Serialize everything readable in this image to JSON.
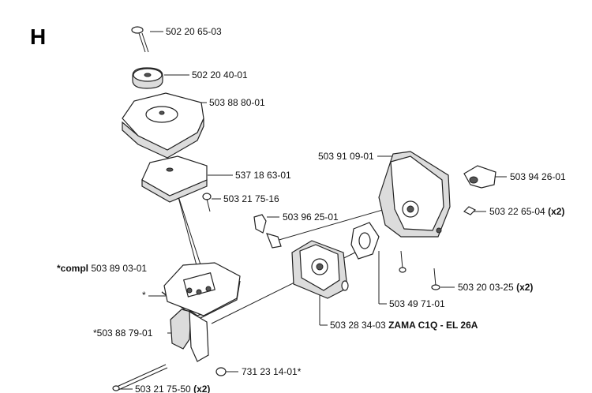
{
  "section_letter": "H",
  "parts": [
    {
      "id": "p1",
      "number": "502 20 65-03",
      "suffix": ""
    },
    {
      "id": "p2",
      "number": "502 20 40-01",
      "suffix": ""
    },
    {
      "id": "p3",
      "number": "503 88 80-01",
      "suffix": ""
    },
    {
      "id": "p4",
      "number": "537 18 63-01",
      "suffix": ""
    },
    {
      "id": "p5",
      "number": "503 21 75-16",
      "suffix": ""
    },
    {
      "id": "p6",
      "prefix": "*compl",
      "number": "503 89 03-01",
      "suffix": ""
    },
    {
      "id": "p7",
      "number": "*",
      "suffix": ""
    },
    {
      "id": "p8",
      "number": "*503 88 79-01",
      "suffix": ""
    },
    {
      "id": "p9",
      "number": "731 23 14-01*",
      "suffix": ""
    },
    {
      "id": "p10",
      "number": "503 21 75-50",
      "suffix": "(x2)"
    },
    {
      "id": "p11",
      "number": "503 96 25-01",
      "suffix": ""
    },
    {
      "id": "p12",
      "number": "503 91 09-01",
      "suffix": ""
    },
    {
      "id": "p13",
      "number": "503 94 26-01",
      "suffix": ""
    },
    {
      "id": "p14",
      "number": "503 22 65-04",
      "suffix": "(x2)"
    },
    {
      "id": "p15",
      "number": "503 20 03-25",
      "suffix": "(x2)"
    },
    {
      "id": "p16",
      "number": "503 49 71-01",
      "suffix": ""
    },
    {
      "id": "p17",
      "number": "503 28 34-03",
      "suffix": "ZAMA C1Q - EL 26A"
    }
  ]
}
